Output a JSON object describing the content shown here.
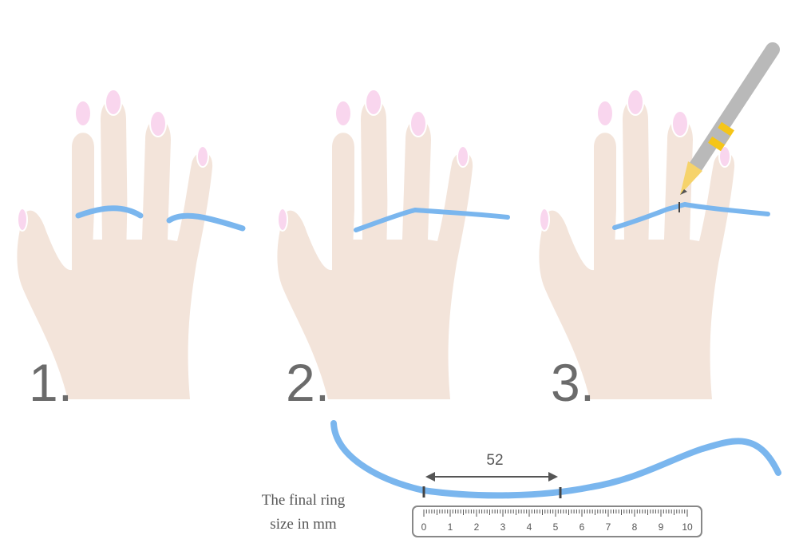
{
  "steps": [
    {
      "number": "1."
    },
    {
      "number": "2."
    },
    {
      "number": "3."
    }
  ],
  "measurement": {
    "value": "52",
    "caption_line1": "The final ring",
    "caption_line2": "size in mm"
  },
  "ruler": {
    "labels": [
      "0",
      "1",
      "2",
      "3",
      "4",
      "5",
      "6",
      "7",
      "8",
      "9",
      "10"
    ]
  },
  "colors": {
    "skin": "#f3e4da",
    "nail": "#f9d6ee",
    "string": "#7ab6ee",
    "pencil": "#b9b9b9",
    "pencil_band": "#f5c518",
    "text": "#6b6b6b"
  },
  "icons": [
    "hand-icon",
    "string-icon",
    "pencil-icon",
    "ruler-icon"
  ]
}
